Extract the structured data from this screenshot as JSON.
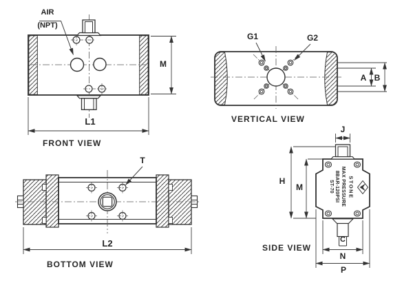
{
  "drawing": {
    "colors": {
      "line": "#2f2f2f",
      "background": "#ffffff"
    },
    "views": {
      "front": {
        "caption": "FRONT VIEW",
        "labels": {
          "air": "AIR",
          "npt": "(NPT)",
          "m": "M",
          "l1": "L1"
        }
      },
      "vertical": {
        "caption": "VERTICAL VIEW",
        "labels": {
          "g1": "G1",
          "g2": "G2",
          "a": "A",
          "b": "B"
        }
      },
      "bottom": {
        "caption": "BOTTOM VIEW",
        "labels": {
          "t": "T",
          "l2": "L2"
        }
      },
      "side": {
        "caption": "SIDE VIEW",
        "labels": {
          "j": "J",
          "h": "H",
          "m": "M",
          "c": "C",
          "n": "N",
          "p": "P"
        },
        "nameplate": {
          "line1": "MAX PRESSURE",
          "line2": "8BAR-120PSI",
          "line3": "ST-70",
          "brand": "STONE"
        }
      }
    }
  }
}
